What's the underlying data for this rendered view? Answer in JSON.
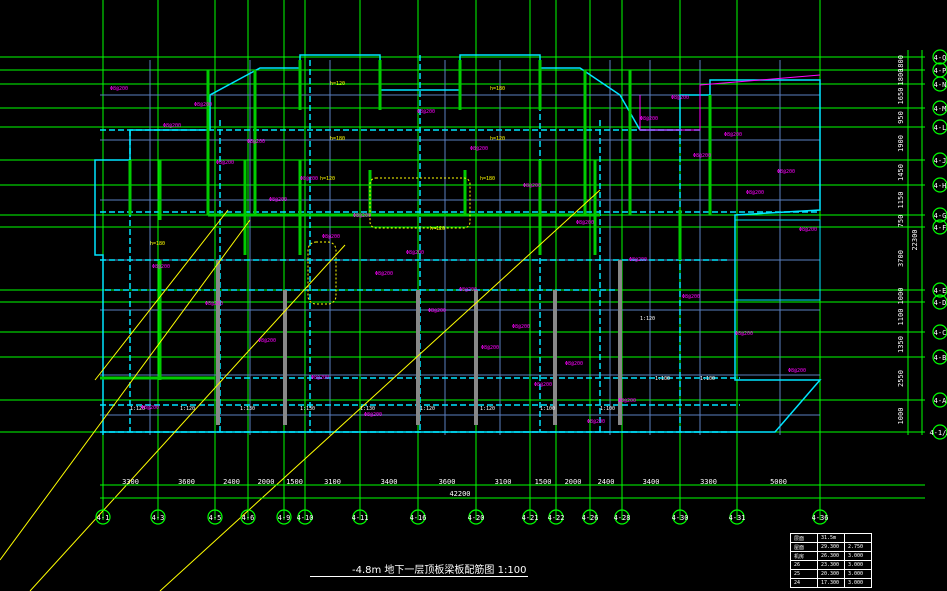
{
  "drawing": {
    "title": "-4.8m 地下一层顶板梁板配筋图 1:100",
    "bottom_dims": [
      "3300",
      "3600",
      "2400",
      "2000",
      "1500",
      "3100",
      "3400",
      "3600",
      "3100",
      "1500",
      "2000",
      "2400",
      "3400",
      "3300",
      "5000"
    ],
    "bottom_total": "42200",
    "bottom_axes": [
      "4-1",
      "4-3",
      "4-5",
      "4-6",
      "4-9",
      "4-10",
      "4-11",
      "4-16",
      "4-20",
      "4-21",
      "4-22",
      "4-26",
      "4-28",
      "4-30",
      "4-31",
      "4-36"
    ],
    "right_dims": [
      "1800",
      "1800",
      "1650",
      "950",
      "1900",
      "1450",
      "1150",
      "750",
      "3700",
      "1000",
      "1100",
      "1350",
      "2550",
      "1000"
    ],
    "right_total": "22300",
    "right_axes": [
      "4-Q",
      "4-P",
      "4-N",
      "4-M",
      "4-L",
      "4-J",
      "4-H",
      "4-G",
      "4-F",
      "4-E",
      "4-D",
      "4-C",
      "4-B",
      "4-A",
      "4-1/A"
    ],
    "room_labels": [
      "1:120",
      "1:120",
      "1:130",
      "1:130",
      "1:130",
      "1:120",
      "1:120",
      "1:100",
      "1:100",
      "1:100",
      "1:100",
      "1:120"
    ],
    "slab_labels": [
      "h=120",
      "h=180",
      "h=180",
      "h=120",
      "h=120",
      "h=180",
      "h=180",
      "h=120"
    ],
    "colors": {
      "grid": "#00ff00",
      "wall": "#00cc00",
      "beam": "#00e5ff",
      "text_mag": "#ff00ff",
      "text_yel": "#ffff00",
      "thin": "#5a7fbf",
      "white": "#ffffff"
    }
  },
  "level_table": {
    "rows": [
      [
        "层面",
        "31.5m",
        ""
      ],
      [
        "屋面",
        "29.300",
        "2.750"
      ],
      [
        "机房",
        "26.300",
        "3.000"
      ],
      [
        "26",
        "23.300",
        "3.000"
      ],
      [
        "25",
        "20.300",
        "3.000"
      ],
      [
        "24",
        "17.300",
        "3.000"
      ]
    ]
  }
}
